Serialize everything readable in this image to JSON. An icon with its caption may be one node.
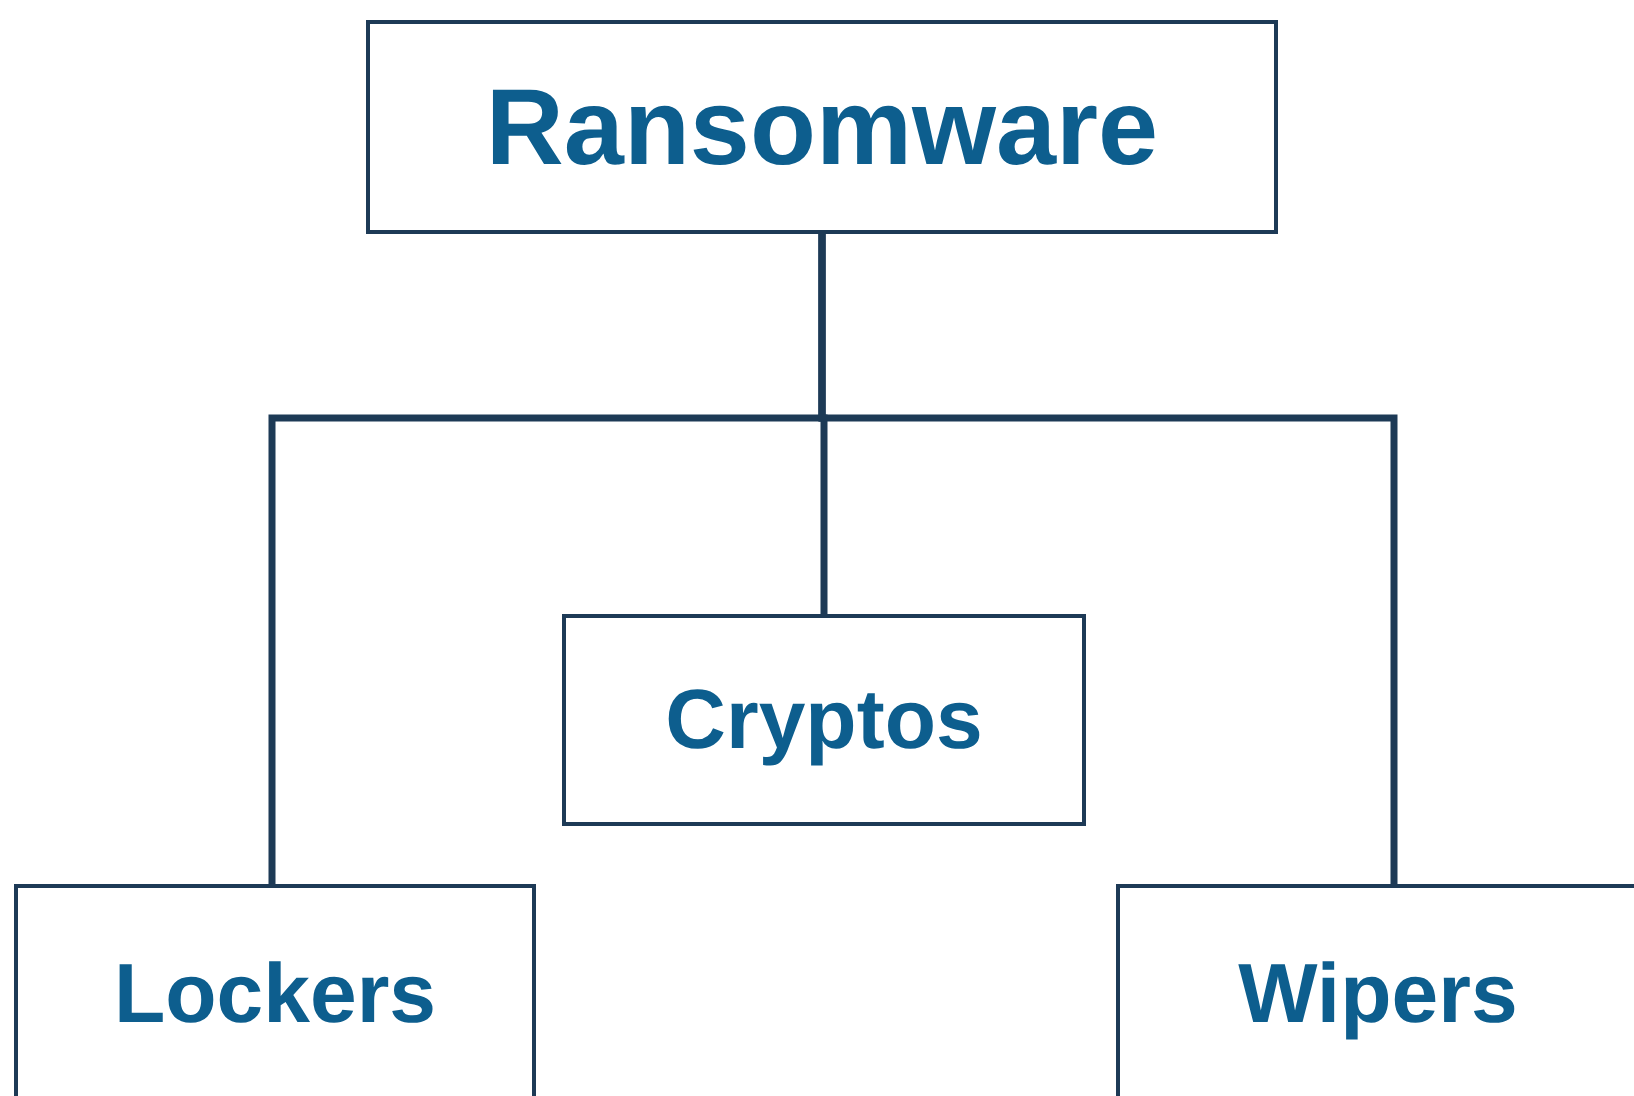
{
  "diagram": {
    "nodes": [
      {
        "text": [
          "Ransomware"
        ]
      },
      {
        "text": [
          "Cryptos"
        ]
      },
      {
        "text": [
          "Lockers"
        ]
      },
      {
        "text": [
          "Wipers"
        ]
      }
    ],
    "edges": [
      {
        "from": 0,
        "to": 2,
        "arrow": "none"
      },
      {
        "from": 0,
        "to": 1,
        "arrow": "none"
      },
      {
        "from": 0,
        "to": 3,
        "arrow": "none"
      }
    ]
  }
}
